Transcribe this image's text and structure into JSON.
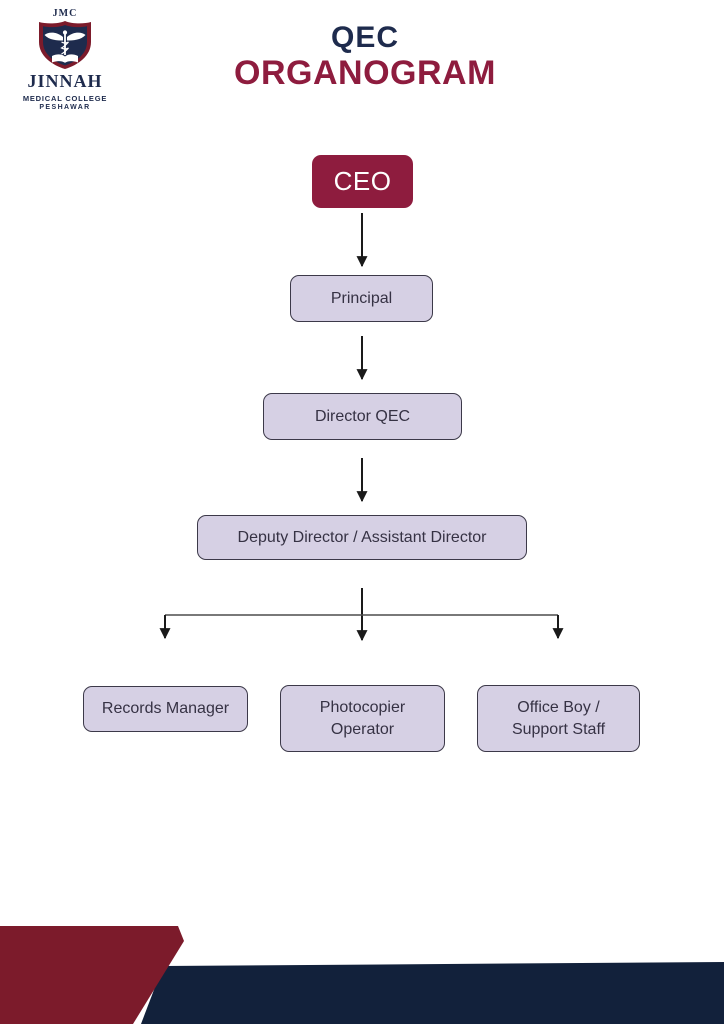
{
  "logo": {
    "monogram": "JMC",
    "institution": "JINNAH",
    "subtitle1": "MEDICAL COLLEGE",
    "subtitle2": "PESHAWAR"
  },
  "title": {
    "line1": "QEC",
    "line2": "ORGANOGRAM"
  },
  "org_chart": {
    "nodes": {
      "ceo": "CEO",
      "principal": "Principal",
      "director_qec": "Director QEC",
      "deputy_director": "Deputy Director / Assistant Director",
      "records_manager": "Records Manager",
      "photocopier_operator": "Photocopier Operator",
      "office_boy": "Office Boy / Support Staff"
    },
    "edges": [
      [
        "CEO",
        "Principal"
      ],
      [
        "Principal",
        "Director QEC"
      ],
      [
        "Director QEC",
        "Deputy Director / Assistant Director"
      ],
      [
        "Deputy Director / Assistant Director",
        "Records Manager"
      ],
      [
        "Deputy Director / Assistant Director",
        "Photocopier Operator"
      ],
      [
        "Deputy Director / Assistant Director",
        "Office Boy / Support Staff"
      ]
    ]
  },
  "colors": {
    "maroon": "#8e1c3e",
    "navy": "#1e2b4d",
    "box_fill": "#d6d0e4",
    "box_border": "#3c3949",
    "box_text": "#363244",
    "arrow": "#1a1a1a",
    "footer_maroon": "#7c1b2b",
    "footer_navy": "#12213b",
    "page_bg": "#ffffff"
  }
}
